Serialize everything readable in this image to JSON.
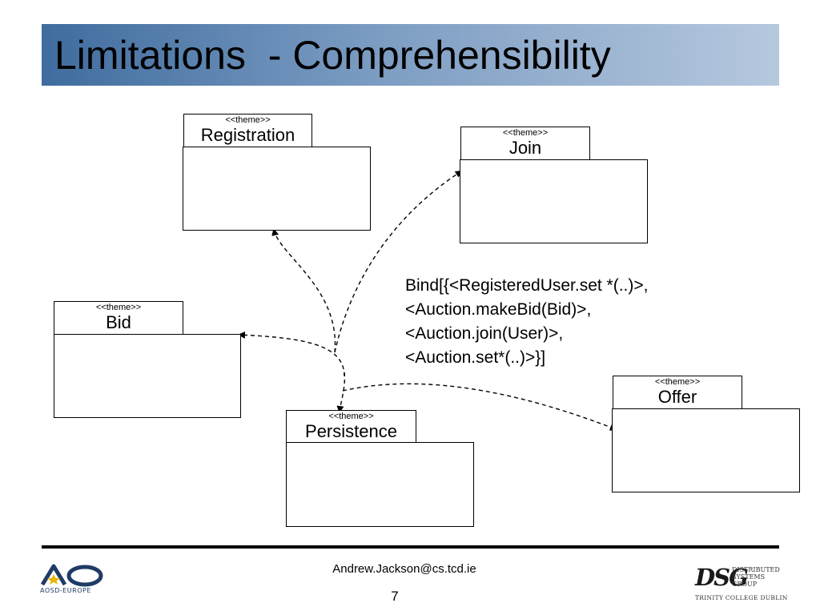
{
  "slide": {
    "title": "Limitations  - Comprehensibility",
    "page_number": "7"
  },
  "themes": [
    {
      "id": "registration",
      "stereotype": "<<theme>>",
      "name": "Registration"
    },
    {
      "id": "join",
      "stereotype": "<<theme>>",
      "name": "Join"
    },
    {
      "id": "bid",
      "stereotype": "<<theme>>",
      "name": "Bid"
    },
    {
      "id": "persistence",
      "stereotype": "<<theme>>",
      "name": "Persistence"
    },
    {
      "id": "offer",
      "stereotype": "<<theme>>",
      "name": "Offer"
    }
  ],
  "bind_annotation": {
    "lines": [
      "Bind[{<RegisteredUser.set *(..)>,",
      "<Auction.makeBid(Bid)>,",
      "<Auction.join(User)>,",
      "<Auction.set*(..)>}]"
    ]
  },
  "footer": {
    "email": "Andrew.Jackson@cs.tcd.ie",
    "left_logo": {
      "name": "aosd-europe-logo",
      "mark": "AO",
      "text": "AOSD-EUROPE"
    },
    "right_logo": {
      "name": "dsg-logo",
      "mark": "DSG",
      "side_lines": [
        "DISTRIBUTED",
        "SYSTEMS",
        "GROUP"
      ],
      "bottom": "TRINITY COLLEGE DUBLIN"
    }
  },
  "colors": {
    "title_gradient_start": "#3f6c9e",
    "title_gradient_end": "#b6c8de"
  }
}
